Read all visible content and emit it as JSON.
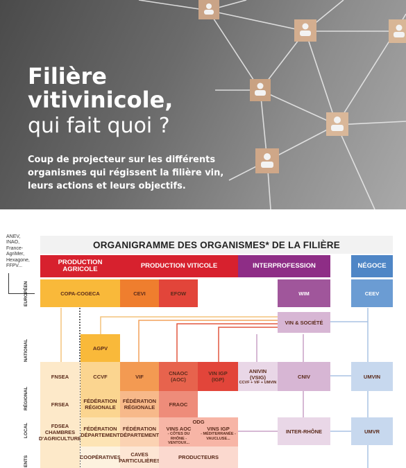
{
  "hero": {
    "title_line1": "Filière",
    "title_line2": "vitivinicole,",
    "subtitle": "qui fait quoi ?",
    "lead": "Coup de projecteur sur les différents organismes qui régissent la filière vin, leurs actions et leurs objectifs."
  },
  "org": {
    "side_note": [
      "ANEV,",
      "INAO,",
      "France-",
      "AgriMer,",
      "Hexagone,",
      "FFPV..."
    ],
    "title": "ORGANIGRAMME DES ORGANISMES* DE LA FILIÈRE",
    "columns": {
      "agricole": "PRODUCTION AGRICOLE",
      "viticole": "PRODUCTION VITICOLE",
      "interprofession": "INTERPROFESSION",
      "negoce": "NÉGOCE"
    },
    "levels": {
      "europeen": "EUROPÉEN",
      "national": "NATIONAL",
      "regional": "RÉGIONAL",
      "local": "LOCAL",
      "adherents": "ENTS"
    },
    "boxes": {
      "copa": "COPA-COGECA",
      "cevi": "CEVI",
      "efow": "EFOW",
      "wim": "WIM",
      "ceev": "CEEV",
      "vin_societe": "VIN & SOCIÉTÉ",
      "agpv": "AGPV",
      "fnsea": "FNSEA",
      "ccvf": "CCVF",
      "vif": "VIF",
      "cnaoc": "CNAOC",
      "cnaoc_sub": "(AOC)",
      "vinigp": "VIN IGP",
      "vinigp_sub": "(IGP)",
      "anivin": "ANIVIN",
      "anivin_sub": "(VSIG)",
      "anivin_note": "CCVF + VIF + UMVIN",
      "cniv": "CNIV",
      "umvin": "UMVIN",
      "frsea": "FRSEA",
      "fed_reg_1": "FÉDÉRATION RÉGIONALE",
      "fed_reg_2": "FÉDÉRATION RÉGIONALE",
      "fraoc": "FRAOC",
      "fdsea": "FDSEA CHAMBRES D'AGRICULTURE",
      "fed_dep_1": "FÉDÉRATION DÉPARTEMENT",
      "fed_dep_2": "FÉDÉRATION DÉPARTEMENT",
      "odg": "ODG",
      "vins_aoc": "VINS AOC",
      "vins_aoc_note": "- CÔTES DU RHÔNE - VENTOUX...",
      "vins_igp": "VINS IGP",
      "vins_igp_note": "- MÉDITERRANÉE - VAUCLUSE...",
      "inter_rhone": "INTER-RHÔNE",
      "umvr": "UMVR",
      "cooperatives": "COOPÉRATIVES",
      "caves": "CAVES PARTICULIÈRES",
      "producteurs": "PRODUCTEURS"
    }
  }
}
